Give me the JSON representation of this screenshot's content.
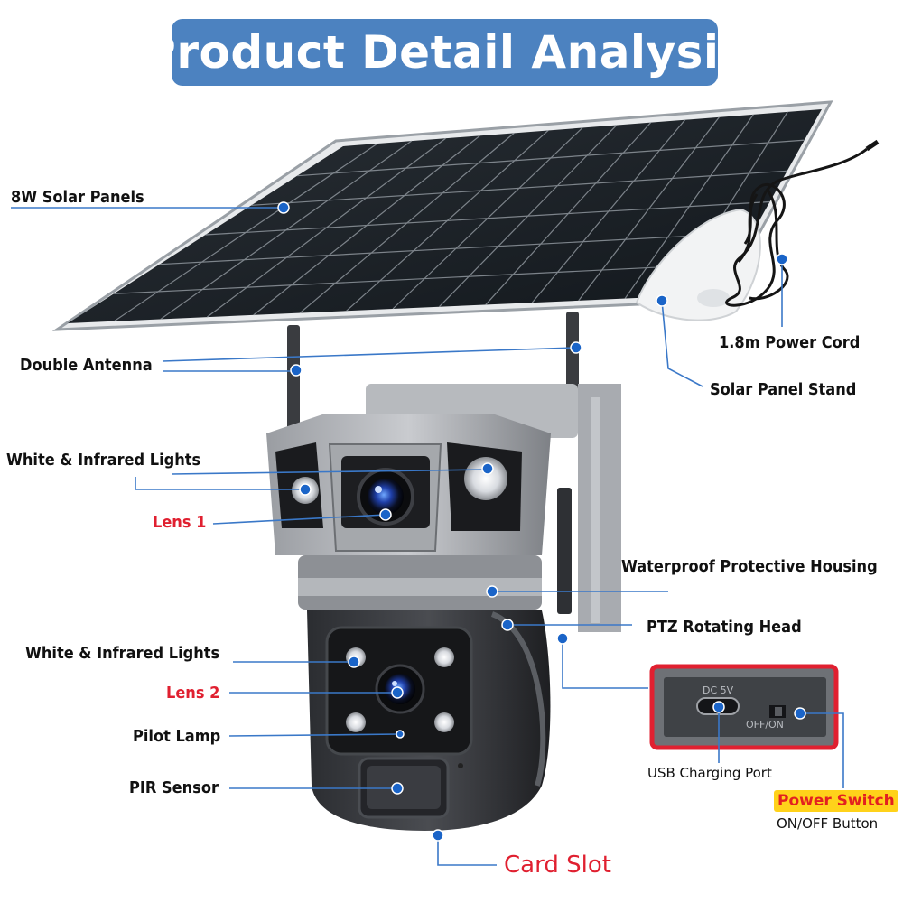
{
  "title": "Product Detail Analysis",
  "labels": {
    "solar_panels": "8W Solar Panels",
    "double_antenna": "Double Antenna",
    "white_ir_lights_top": "White & Infrared Lights",
    "lens1": "Lens 1",
    "white_ir_lights_bottom": "White & Infrared Lights",
    "lens2": "Lens 2",
    "pilot_lamp": "Pilot Lamp",
    "pir_sensor": "PIR Sensor",
    "card_slot": "Card Slot",
    "power_cord": "1.8m Power Cord",
    "panel_stand": "Solar Panel Stand",
    "housing": "Waterproof Protective Housing",
    "ptz_head": "PTZ Rotating Head",
    "usb_port": "USB Charging Port",
    "power_switch": "Power Switch",
    "onoff_button": "ON/OFF Button",
    "port_dc": "DC 5V",
    "port_offon": "OFF/ON"
  },
  "colors": {
    "title_bg": "#4c82c0",
    "leader_line": "#3a78c8",
    "highlight_red": "#e02030",
    "switch_bg": "#ffd21a"
  }
}
